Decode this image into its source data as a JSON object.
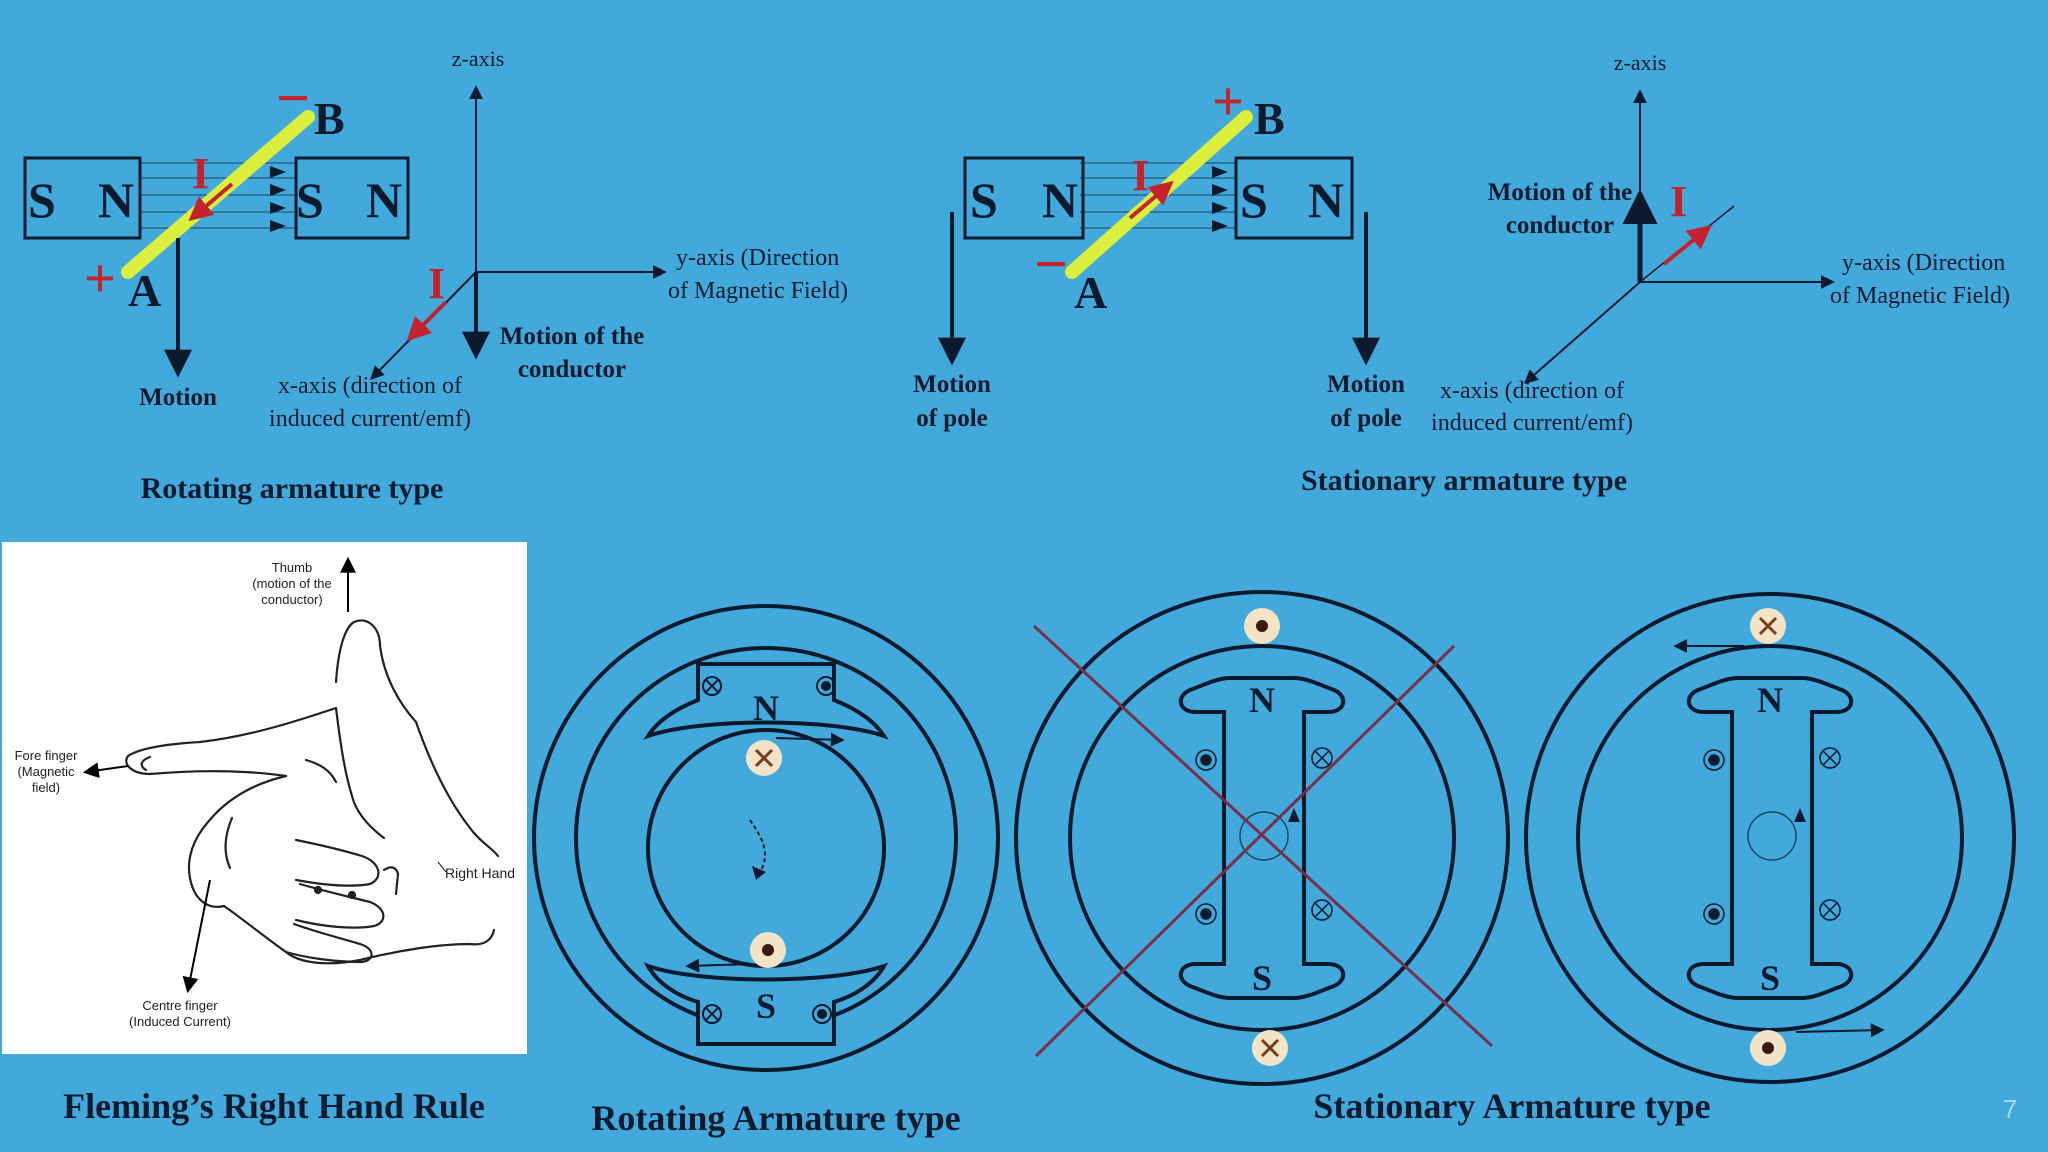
{
  "colors": {
    "background": "#41A9DB",
    "ink": "#0c1a2e",
    "current_red": "#c4222c",
    "conductor_yellow": "#dcef3c",
    "crossout": "#7a2e48",
    "marker_fill": "#f3e3c7"
  },
  "page_number": "7",
  "top_left": {
    "magnet_left": {
      "s": "S",
      "n": "N"
    },
    "magnet_right": {
      "s": "S",
      "n": "N"
    },
    "terminal_b": "B",
    "terminal_a": "A",
    "sign_b": "−",
    "sign_a": "+",
    "current": "I",
    "motion": "Motion",
    "z_axis": "z-axis",
    "y_axis_1": "y-axis (Direction",
    "y_axis_2": "of Magnetic Field)",
    "x_axis_1": "x-axis (direction of",
    "x_axis_2": "induced current/emf)",
    "axis_current": "I",
    "motion_conductor_1": "Motion of the",
    "motion_conductor_2": "conductor",
    "caption": "Rotating armature type"
  },
  "top_right": {
    "magnet_left": {
      "s": "S",
      "n": "N"
    },
    "magnet_right": {
      "s": "S",
      "n": "N"
    },
    "terminal_b": "B",
    "terminal_a": "A",
    "sign_b": "+",
    "sign_a": "−",
    "current": "I",
    "motion_pole_left_1": "Motion",
    "motion_pole_left_2": "of pole",
    "motion_pole_right_1": "Motion",
    "motion_pole_right_2": "of pole",
    "z_axis": "z-axis",
    "motion_conductor_1": "Motion of the",
    "motion_conductor_2": "conductor",
    "axis_current": "I",
    "y_axis_1": "y-axis (Direction",
    "y_axis_2": "of Magnetic Field)",
    "x_axis_1": "x-axis (direction of",
    "x_axis_2": "induced current/emf)",
    "caption": "Stationary armature type"
  },
  "hand": {
    "thumb_1": "Thumb",
    "thumb_2": "(motion of the",
    "thumb_3": "conductor)",
    "fore_1": "Fore finger",
    "fore_2": "(Magnetic",
    "fore_3": "field)",
    "right_hand": "Right Hand",
    "centre_1": "Centre finger",
    "centre_2": "(Induced Current)",
    "caption": "Fleming’s Right Hand Rule"
  },
  "rotating_armature": {
    "north": "N",
    "south": "S",
    "caption": "Rotating Armature type"
  },
  "stationary_armature": {
    "north_1": "N",
    "south_1": "S",
    "north_2": "N",
    "south_2": "S",
    "caption": "Stationary Armature type"
  }
}
